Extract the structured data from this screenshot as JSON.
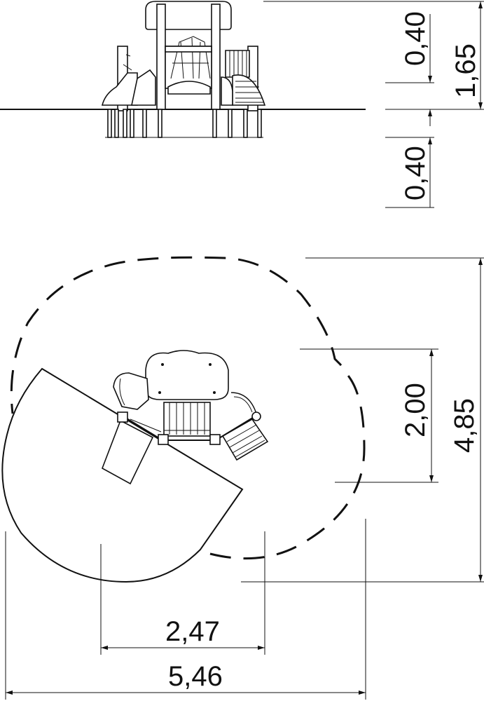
{
  "dimensions": {
    "height_above_upper": "0,40",
    "total_height": "1,65",
    "depth_below": "0,40",
    "inner_depth": "2,00",
    "outer_depth": "4,85",
    "inner_width": "2,47",
    "outer_width": "5,46"
  }
}
